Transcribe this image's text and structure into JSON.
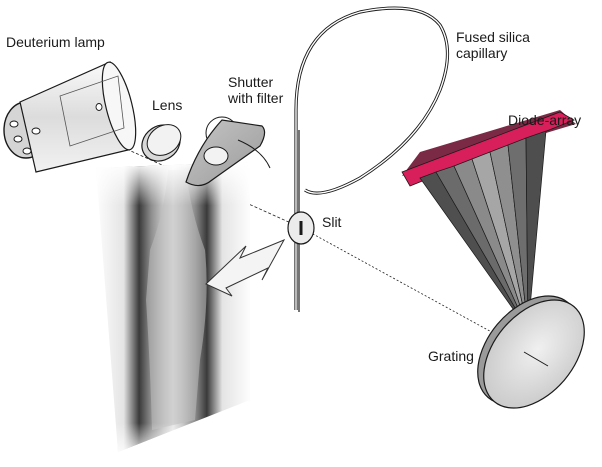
{
  "labels": {
    "deuterium_lamp": "Deuterium lamp",
    "lens": "Lens",
    "shutter_line1": "Shutter",
    "shutter_line2": "with filter",
    "fused_silica_line1": "Fused silica",
    "fused_silica_line2": "capillary",
    "diode_array": "Diode-array",
    "slit": "Slit",
    "grating": "Grating"
  },
  "colors": {
    "diode_array": "#d81e5b",
    "metal_light": "#e6e6e6",
    "metal_mid": "#b3b3b3",
    "metal_dark": "#6e6e6e",
    "outline": "#1a1a1a"
  }
}
